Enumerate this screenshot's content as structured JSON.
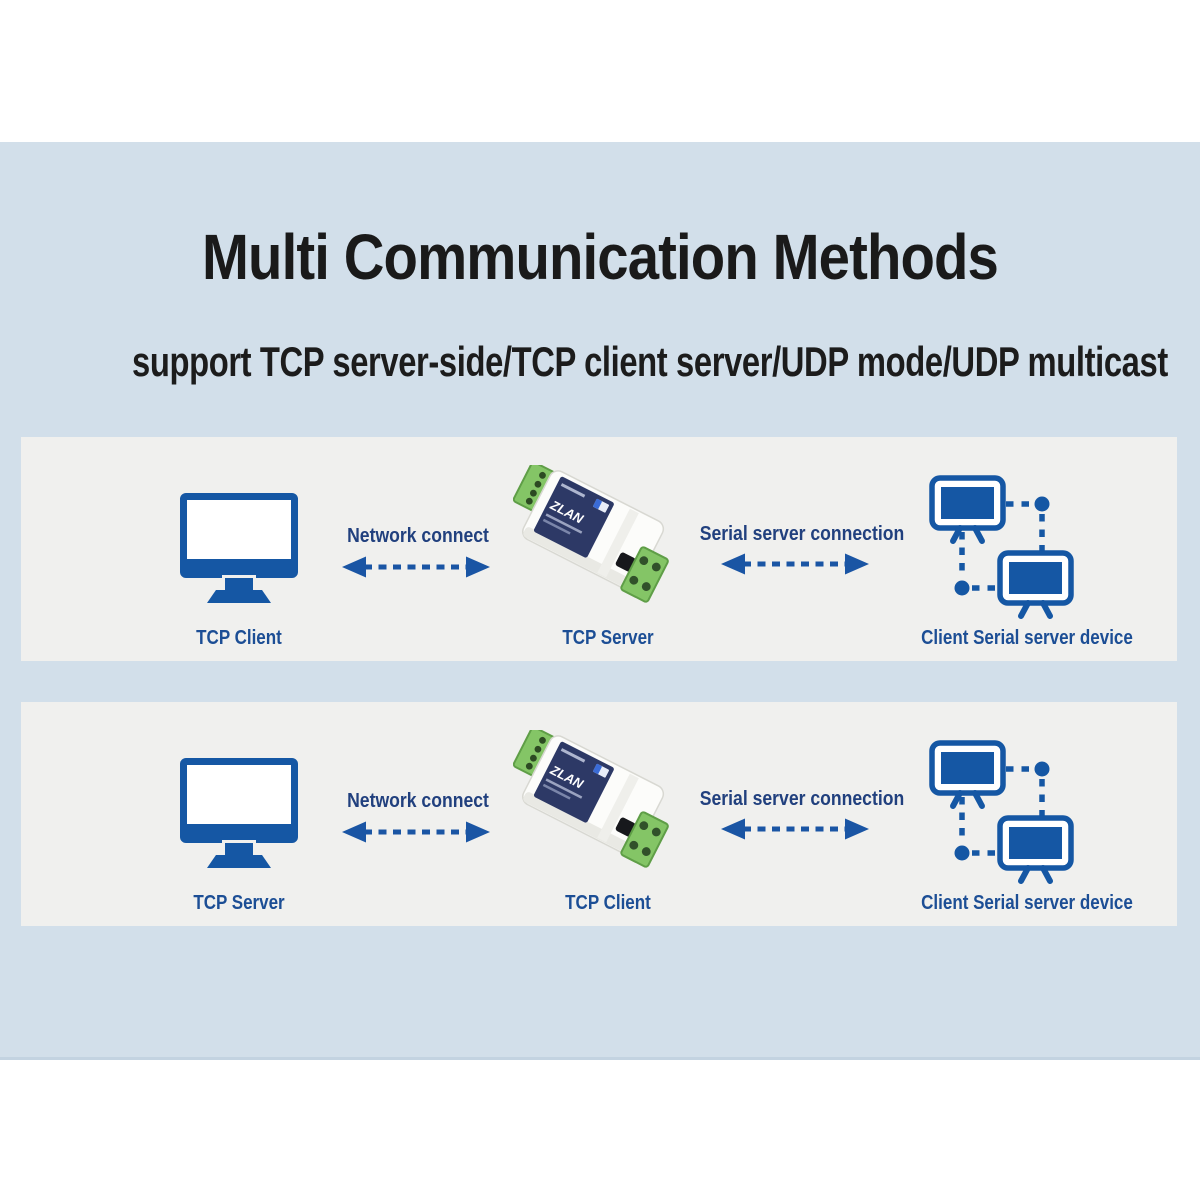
{
  "header": {
    "title": "Multi Communication Methods",
    "subtitle": "support TCP server-side/TCP client server/UDP mode/UDP multicast"
  },
  "rows": [
    {
      "left_caption": "TCP Client",
      "network_label": "Network connect",
      "module_caption": "TCP Server",
      "serial_label": "Serial server connection",
      "right_caption": "Client Serial server device"
    },
    {
      "left_caption": "TCP Server",
      "network_label": "Network connect",
      "module_caption": "TCP Client",
      "serial_label": "Serial server connection",
      "right_caption": "Client Serial server device"
    }
  ],
  "module": {
    "brand": "ZLAN"
  },
  "colors": {
    "band_background": "#d2dfea",
    "panel_background": "#f0f0ee",
    "icon_blue": "#1557a4",
    "caption_text": "#1c4e95",
    "connector_label_text": "#21407e",
    "title_text": "#1a1a1a",
    "module_label_navy": "#2d3966",
    "terminal_green": "#84c566"
  }
}
